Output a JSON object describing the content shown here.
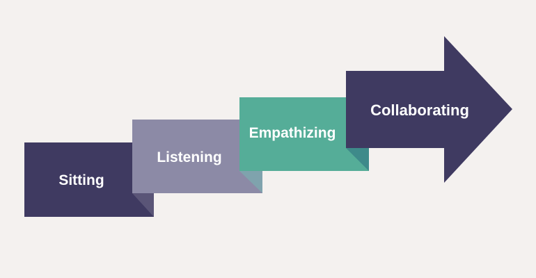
{
  "diagram": {
    "steps": [
      {
        "label": "Sitting",
        "color": "#3f3a61",
        "fold_color": "#5a5577"
      },
      {
        "label": "Listening",
        "color": "#8c8aa6",
        "fold_color": "#7fa3ad"
      },
      {
        "label": "Empathizing",
        "color": "#55ad98",
        "fold_color": "#3e8a8a"
      },
      {
        "label": "Collaborating",
        "color": "#3f3a61"
      }
    ],
    "background": "#f4f1ef"
  }
}
